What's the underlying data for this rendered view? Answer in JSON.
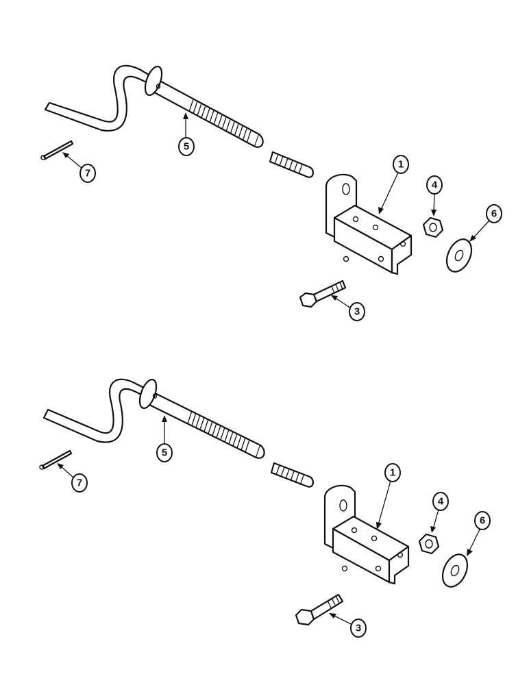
{
  "assemblies": [
    {
      "callouts": [
        {
          "id": "bracket",
          "label": "1"
        },
        {
          "id": "rod",
          "label": "5"
        },
        {
          "id": "pin",
          "label": "7"
        },
        {
          "id": "nut",
          "label": "4"
        },
        {
          "id": "washer",
          "label": "6"
        },
        {
          "id": "bolt",
          "label": "3"
        }
      ]
    },
    {
      "callouts": [
        {
          "id": "bracket",
          "label": "1"
        },
        {
          "id": "rod",
          "label": "5"
        },
        {
          "id": "pin",
          "label": "7"
        },
        {
          "id": "nut",
          "label": "4"
        },
        {
          "id": "washer",
          "label": "6"
        },
        {
          "id": "bolt",
          "label": "3"
        }
      ]
    }
  ]
}
